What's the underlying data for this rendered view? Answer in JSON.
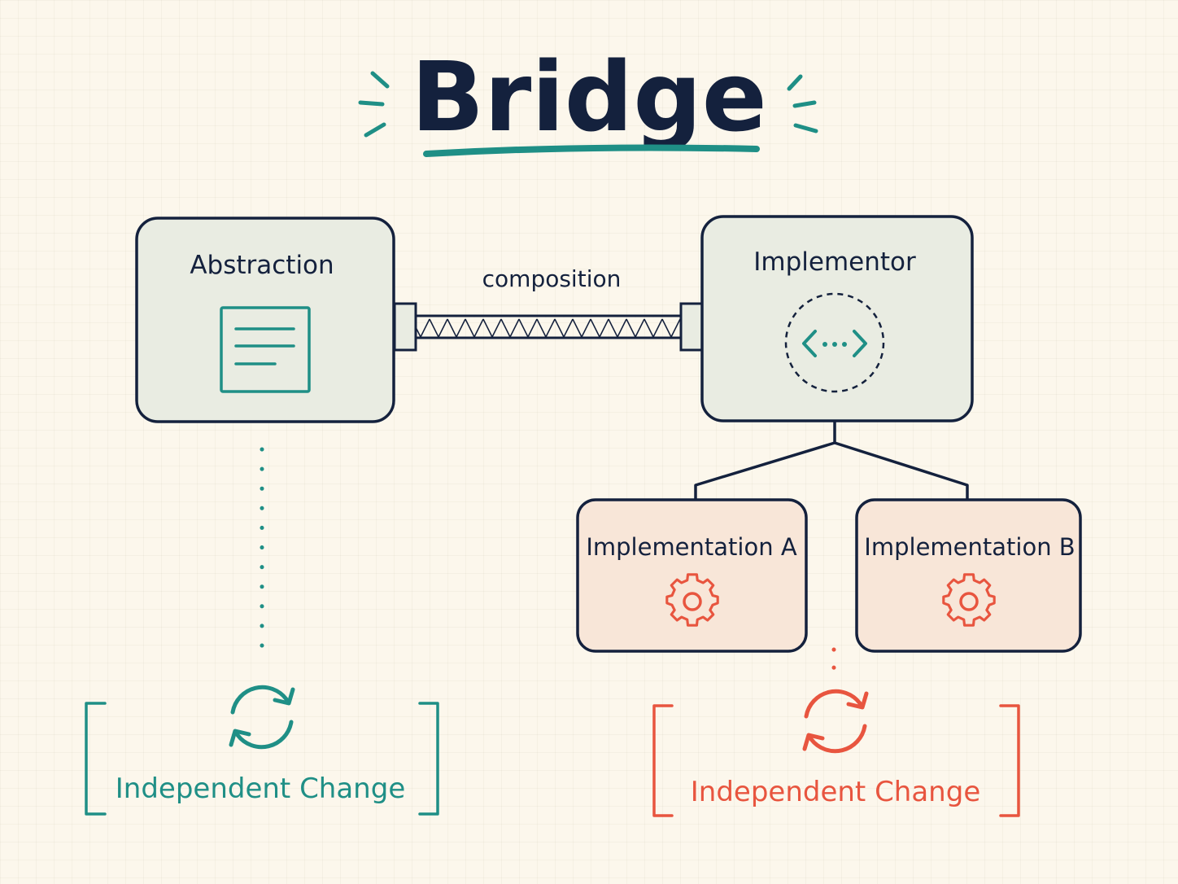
{
  "title": "Bridge",
  "abstraction": {
    "label": "Abstraction",
    "icon": "document-icon"
  },
  "connector": {
    "label": "composition"
  },
  "implementor": {
    "label": "Implementor",
    "icon": "code-icon"
  },
  "implementations": [
    {
      "label": "Implementation A",
      "icon": "gear-icon"
    },
    {
      "label": "Implementation B",
      "icon": "gear-icon"
    }
  ],
  "left_change": {
    "label": "Independent Change",
    "icon": "refresh-icon"
  },
  "right_change": {
    "label": "Independent Change",
    "icon": "refresh-icon"
  },
  "colors": {
    "navy": "#14213d",
    "teal": "#1f8f86",
    "coral": "#e8553f",
    "box_fill": "#e9ece2",
    "impl_fill": "#f8e6d8",
    "background": "#fcf7ec"
  }
}
